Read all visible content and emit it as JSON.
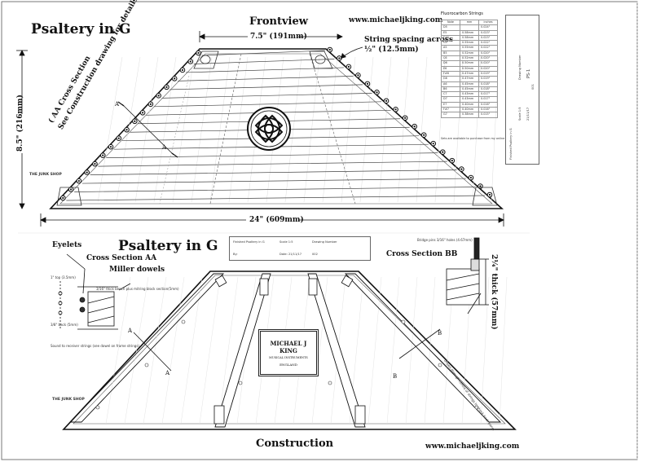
{
  "top": {
    "title": "Psaltery in G",
    "view_label": "Frontview",
    "url": "www.michaeljking.com",
    "dim_top": "7.5\" (191mm)",
    "dim_bottom": "24\" (609mm)",
    "dim_height": "8.5\" (216mm)",
    "string_spacing_line1": "String spacing across",
    "string_spacing_line2": "½\" (12.5mm)",
    "section_note_line1": "( AA Cross Section",
    "section_note_line2": "See Construction drawing for details",
    "section_marker_a": "A",
    "shop_logo": "THE JUNK SHOP"
  },
  "strings_table": {
    "title": "Fluorocarbon Strings",
    "headers": [
      "Note",
      "mm",
      "inches"
    ],
    "rows": [
      [
        "D5",
        "",
        "0.024\""
      ],
      [
        "E5",
        "0.58mm",
        "0.023\""
      ],
      [
        "F#5",
        "0.58mm",
        "0.023\""
      ],
      [
        "G5",
        "0.55mm",
        "0.022\""
      ],
      [
        "A5",
        "0.55mm",
        "0.022\""
      ],
      [
        "B5",
        "0.52mm",
        "0.020\""
      ],
      [
        "C6",
        "0.52mm",
        "0.020\""
      ],
      [
        "D6",
        "0.50mm",
        "0.020\""
      ],
      [
        "E6",
        "0.50mm",
        "0.020\""
      ],
      [
        "F#6",
        "0.47mm",
        "0.019\""
      ],
      [
        "G6",
        "0.47mm",
        "0.019\""
      ],
      [
        "A6",
        "0.45mm",
        "0.018\""
      ],
      [
        "B6",
        "0.45mm",
        "0.018\""
      ],
      [
        "C7",
        "0.43mm",
        "0.017\""
      ],
      [
        "D7",
        "0.43mm",
        "0.017\""
      ],
      [
        "E7",
        "0.40mm",
        "0.016\""
      ],
      [
        "F#7",
        "0.40mm",
        "0.016\""
      ],
      [
        "G7",
        "0.38mm",
        "0.015\""
      ]
    ],
    "footnote": "Sets are available to purchase from my online shop"
  },
  "side_title_block": {
    "product": "Finished Psaltery in G",
    "scale": "Scale 1:5",
    "date": "21/11/17",
    "drawing_number": "Drawing Number",
    "drawing_number_value": "PS-1",
    "sheet": "001"
  },
  "bottom": {
    "title": "Psaltery in G",
    "view_label": "Construction",
    "url": "www.michaeljking.com",
    "eyelets": "Eyelets",
    "cross_section_aa": "Cross Section AA",
    "miller_dowels": "Miller dowels",
    "cross_section_bb": "Cross Section BB",
    "bb_note": "Bridge pins 3/16\" holes (4.67mm)",
    "thickness": "2¼\" thick (57mm)",
    "bracket_note": "3/16\" thick bench plus mitring block section(5mm)",
    "top_small": "1\" top (3.5mm)",
    "back_small": "3/8\" back (5mm)",
    "aa_footer": "Sound to receiver strings (see dowel on frame strings)",
    "section_marker_a": "A",
    "section_marker_b": "B",
    "shop_logo": "THE JUNK SHOP",
    "vertical_note": "Drawn through centre of strings to check back panel",
    "badge_name": "MICHAEL J KING",
    "badge_sub": "MUSICAL INSTRUMENTS",
    "badge_place": "ENGLAND"
  },
  "bottom_title_block": {
    "product": "Finished Psaltery in G",
    "scale": "Scale 1:5",
    "drawing_number": "Drawing Number",
    "by": "By:",
    "date": "Date: 21/11/17",
    "sheet": "002"
  }
}
